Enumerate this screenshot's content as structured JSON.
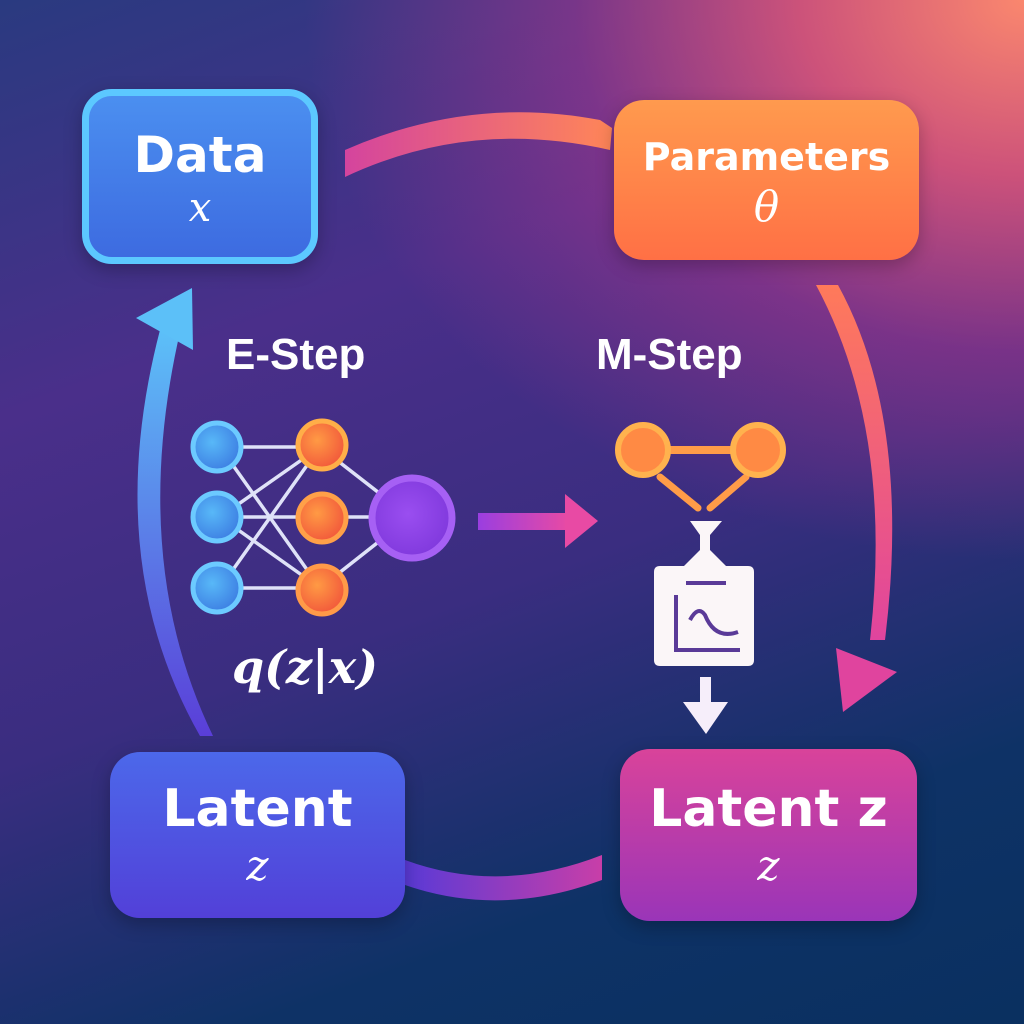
{
  "diagram": {
    "title": "EM algorithm cycle",
    "nodes": {
      "data": {
        "label": "Data",
        "symbol": "x"
      },
      "parameters": {
        "label": "Parameters",
        "symbol": "θ"
      },
      "latent_left": {
        "label": "Latent",
        "symbol": "z"
      },
      "latent_right": {
        "label": "Latent z",
        "symbol": "z"
      }
    },
    "steps": {
      "e_step": {
        "label": "E-Step",
        "formula": "q(z|x)",
        "icon": "neural-network-icon"
      },
      "m_step": {
        "label": "M-Step",
        "icon": "distribution-chart-icon"
      }
    },
    "edges": [
      {
        "from": "data",
        "to": "parameters",
        "style": "curved-band"
      },
      {
        "from": "parameters",
        "to": "latent_right",
        "style": "curved-arrow"
      },
      {
        "from": "latent_right",
        "to": "latent_left",
        "style": "curved-band"
      },
      {
        "from": "latent_left",
        "to": "data",
        "style": "curved-arrow"
      },
      {
        "from": "e_step",
        "to": "m_step",
        "style": "straight-arrow"
      }
    ],
    "colors": {
      "data_box": "#3d6be0",
      "params_box": "#ff7a48",
      "latent_left_box": "#5040d8",
      "latent_right_box": "#c03ea8",
      "input_nodes": "#4aa8f0",
      "hidden_nodes": "#ff7a3c",
      "output_node": "#8a3ee0"
    }
  }
}
